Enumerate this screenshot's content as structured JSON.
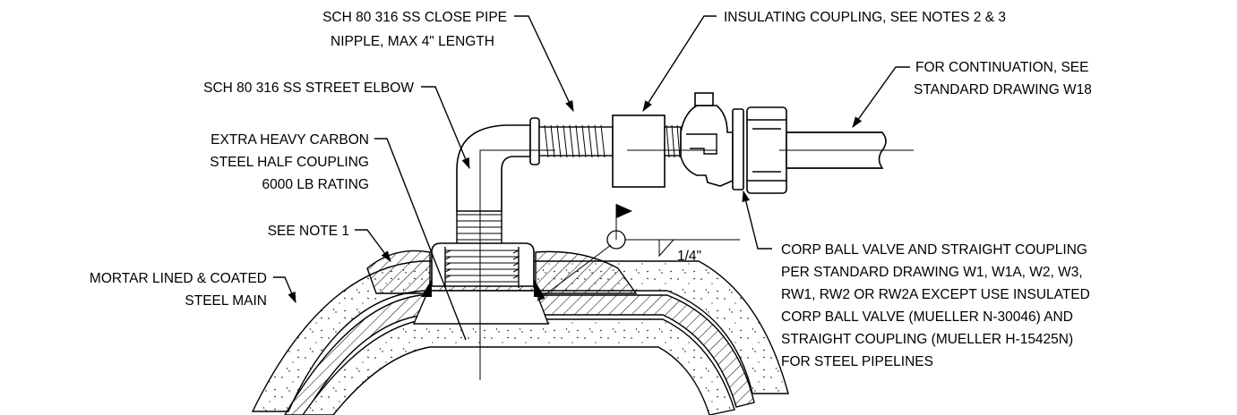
{
  "labels": {
    "close_nipple_1": "SCH 80 316 SS CLOSE PIPE",
    "close_nipple_2": "NIPPLE, MAX 4\" LENGTH",
    "insulating_coupling": "INSULATING COUPLING, SEE NOTES 2 & 3",
    "continuation_1": "FOR CONTINUATION, SEE",
    "continuation_2": "STANDARD DRAWING W18",
    "street_elbow": "SCH 80 316 SS STREET ELBOW",
    "half_coupling_1": "EXTRA HEAVY CARBON",
    "half_coupling_2": "STEEL HALF COUPLING",
    "half_coupling_3": "6000 LB RATING",
    "see_note_1": "SEE NOTE 1",
    "main_1": "MORTAR LINED & COATED",
    "main_2": "STEEL MAIN",
    "weld_size": "1/4\"",
    "corp_valve_1": "CORP BALL VALVE AND STRAIGHT COUPLING",
    "corp_valve_2": "PER STANDARD DRAWING W1, W1A, W2, W3,",
    "corp_valve_3": "RW1, RW2 OR RW2A EXCEPT USE INSULATED",
    "corp_valve_4": "CORP BALL VALVE (MUELLER N-30046) AND",
    "corp_valve_5": "STRAIGHT COUPLING (MUELLER H-15425N)",
    "corp_valve_6": "FOR STEEL PIPELINES"
  }
}
